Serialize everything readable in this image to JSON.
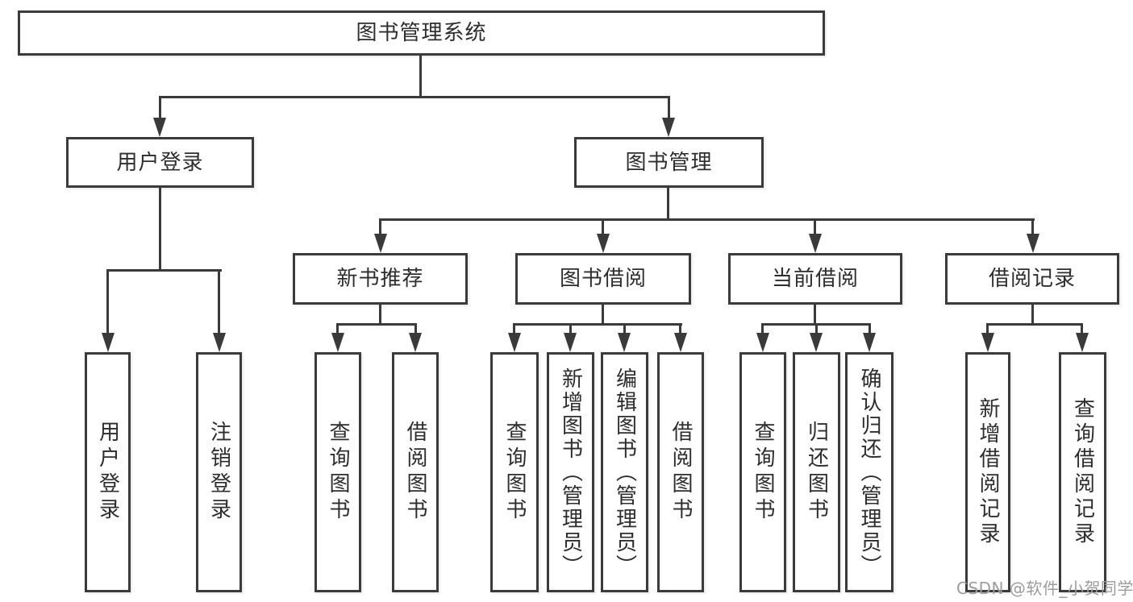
{
  "diagram_title": "图书管理系统",
  "tree": {
    "label": "图书管理系统",
    "children": [
      {
        "label": "用户登录",
        "children": [
          {
            "label": "用户登录"
          },
          {
            "label": "注销登录"
          }
        ]
      },
      {
        "label": "图书管理",
        "children": [
          {
            "label": "新书推荐",
            "children": [
              {
                "label": "查询图书"
              },
              {
                "label": "借阅图书"
              }
            ]
          },
          {
            "label": "图书借阅",
            "children": [
              {
                "label": "查询图书"
              },
              {
                "label": "新增图书（管理员）"
              },
              {
                "label": "编辑图书（管理员）"
              },
              {
                "label": "借阅图书"
              }
            ]
          },
          {
            "label": "当前借阅",
            "children": [
              {
                "label": "查询图书"
              },
              {
                "label": "归还图书"
              },
              {
                "label": "确认归还（管理员）"
              }
            ]
          },
          {
            "label": "借阅记录",
            "children": [
              {
                "label": "新增借阅记录"
              },
              {
                "label": "查询借阅记录"
              }
            ]
          }
        ]
      }
    ]
  },
  "watermark": "CSDN @软件_小贺同学",
  "colors": {
    "line": "#3a3a3a",
    "border": "#3b3b3b",
    "text": "#2d2d2d",
    "watermark_text": "#9c9c9c",
    "background": "#ffffff"
  }
}
